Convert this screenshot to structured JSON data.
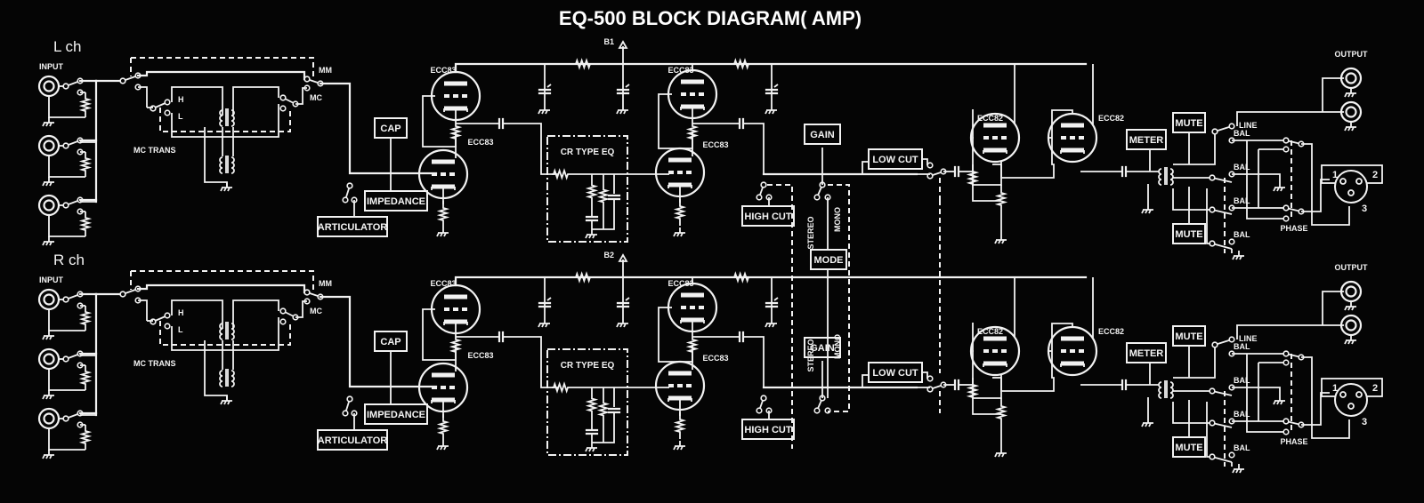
{
  "title": "EQ-500 BLOCK DIAGRAM( AMP)",
  "colors": {
    "background": "#050505",
    "line": "#f2f2f2"
  },
  "channels": [
    {
      "name": "L ch",
      "supply": "B1",
      "input_label": "INPUT",
      "input_jack_count": 3,
      "mm_label": "MM",
      "mc_label": "MC",
      "h_label": "H",
      "l_label": "L",
      "mc_trans_label": "MC TRANS",
      "cap_label": "CAP",
      "impedance_label": "IMPEDANCE",
      "articulator_label": "ARTICULATOR",
      "stage1_upper_tube": "ECC83",
      "stage1_lower_tube": "ECC83",
      "eq_label": "CR TYPE EQ",
      "stage2_upper_tube": "ECC83",
      "stage2_lower_tube": "ECC83",
      "high_cut_label": "HIGH CUT",
      "gain_label": "GAIN",
      "stereo_label": "STEREO",
      "mono_label": "MONO",
      "low_cut_label": "LOW CUT",
      "out_tube_1": "ECC82",
      "out_tube_2": "ECC82",
      "meter_label": "METER",
      "mute_upper_label": "MUTE",
      "mute_lower_label": "MUTE",
      "line_label": "LINE",
      "bal_labels": [
        "BAL",
        "BAL",
        "BAL",
        "BAL"
      ],
      "phase_label": "PHASE",
      "output_label": "OUTPUT",
      "xlr_pins": [
        "1",
        "2",
        "3"
      ]
    },
    {
      "name": "R ch",
      "supply": "B2",
      "input_label": "INPUT",
      "input_jack_count": 3,
      "mm_label": "MM",
      "mc_label": "MC",
      "h_label": "H",
      "l_label": "L",
      "mc_trans_label": "MC TRANS",
      "cap_label": "CAP",
      "impedance_label": "IMPEDANCE",
      "articulator_label": "ARTICULATOR",
      "stage1_upper_tube": "ECC83",
      "stage1_lower_tube": "ECC83",
      "eq_label": "CR TYPE EQ",
      "stage2_upper_tube": "ECC83",
      "stage2_lower_tube": "ECC83",
      "high_cut_label": "HIGH CUT",
      "gain_label": "GAIN",
      "stereo_label": "STEREO",
      "mono_label": "MONO",
      "low_cut_label": "LOW CUT",
      "out_tube_1": "ECC82",
      "out_tube_2": "ECC82",
      "meter_label": "METER",
      "mute_upper_label": "MUTE",
      "mute_lower_label": "MUTE",
      "line_label": "LINE",
      "bal_labels": [
        "BAL",
        "BAL",
        "BAL",
        "BAL"
      ],
      "phase_label": "PHASE",
      "output_label": "OUTPUT",
      "xlr_pins": [
        "1",
        "2",
        "3"
      ]
    }
  ],
  "mode_label": "MODE"
}
